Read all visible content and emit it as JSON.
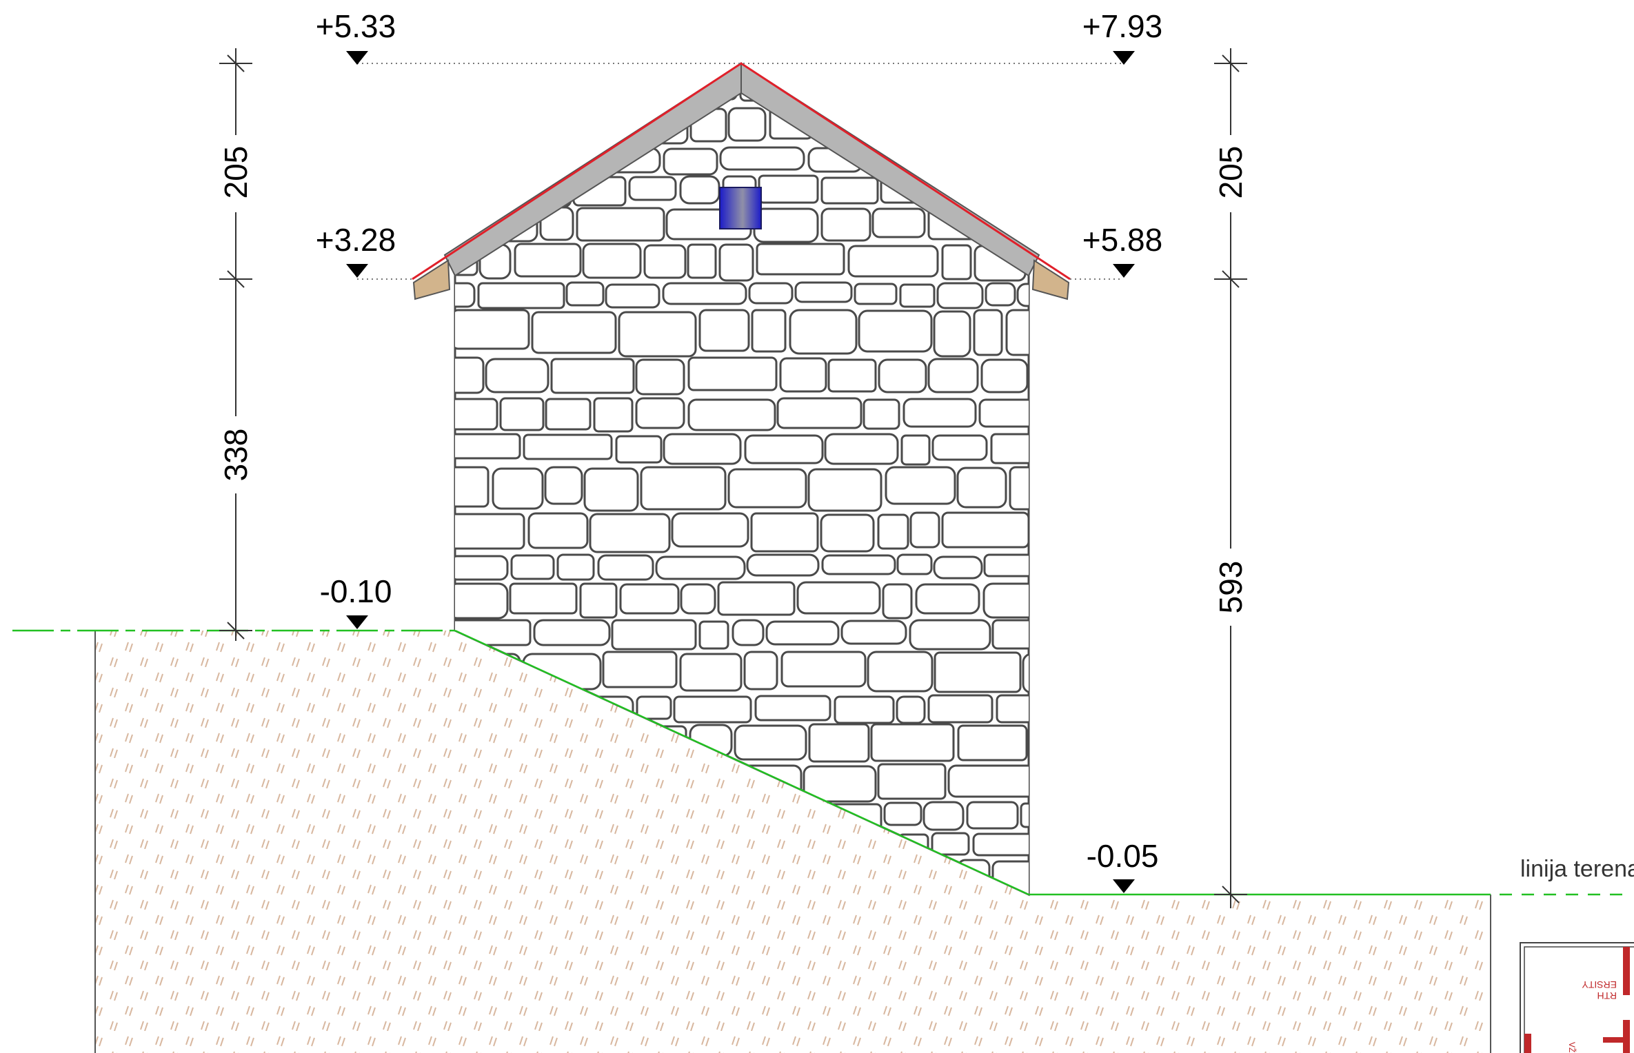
{
  "levels": {
    "ridge_left": "+5.33",
    "ridge_right": "+7.93",
    "eave_left": "+3.28",
    "eave_right": "+5.88",
    "ground_left": "-0.10",
    "ground_right": "-0.05"
  },
  "dimensions": {
    "left_roof_height": "205",
    "left_wall_height": "338",
    "right_roof_height": "205",
    "right_wall_height": "593"
  },
  "labels": {
    "terrain_line": "linija terena"
  },
  "colors": {
    "terrain_line": "#22c022",
    "roof_edge": "#e0202a",
    "soil_hatch": "#d8b8a0",
    "stone_outline": "#4a4a4a",
    "roof_band": "#b5b5b5",
    "beam_end": "#d2b48c",
    "vent_blue": "#2a2ad0",
    "stamp_red": "#c0282a"
  }
}
